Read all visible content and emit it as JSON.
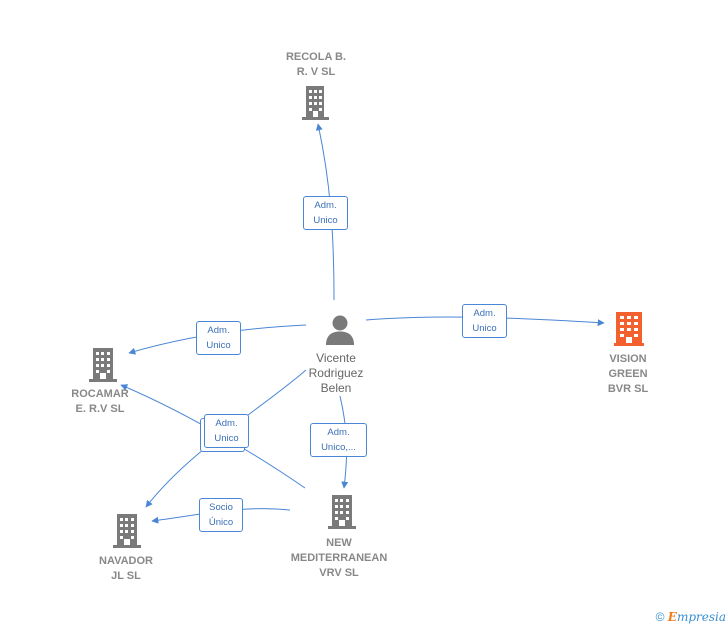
{
  "colors": {
    "edge": "#4a86d6",
    "company": "#7a7a7a",
    "focus_company": "#f2612e",
    "person": "#7a7a7a"
  },
  "nodes": {
    "recola": {
      "label": "RECOLA B.\nR. V SL",
      "icon": "building-icon"
    },
    "vicente": {
      "label": "Vicente\nRodriguez\nBelen",
      "icon": "person-icon"
    },
    "vision": {
      "label": "VISION\nGREEN\nBVR  SL",
      "icon": "building-icon"
    },
    "rocamar": {
      "label": "ROCAMAR\nE. R.V SL",
      "icon": "building-icon"
    },
    "new_med": {
      "label": "NEW\nMEDITERRANEAN\nVRV  SL",
      "icon": "building-icon"
    },
    "navador": {
      "label": "NAVADOR\nJL  SL",
      "icon": "building-icon"
    }
  },
  "edges": {
    "to_recola": "Adm.\nUnico",
    "to_vision": "Adm.\nUnico",
    "to_rocamar": "Adm.\nUnico",
    "to_navador": "Adm.\nUnico",
    "to_new_med": "Adm.\nUnico,...",
    "new_med_to_navador": "Socio\nÚnico"
  },
  "footer": {
    "copyright": "©",
    "brand_initial": "E",
    "brand_rest": "mpresia"
  }
}
